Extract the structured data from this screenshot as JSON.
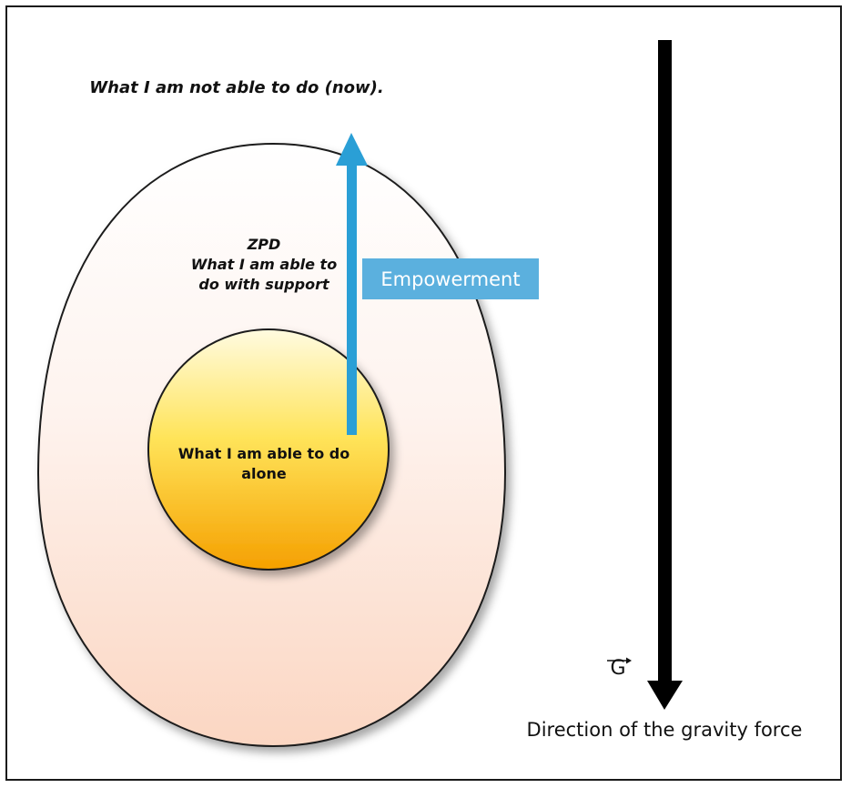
{
  "diagram": {
    "outer_text": "What I am not able to do (now).",
    "zpd_title": "ZPD",
    "zpd_line1": "What I am able to",
    "zpd_line2": "do with support",
    "inner_line1": "What I am able to do",
    "inner_line2": "alone",
    "empowerment_label": "Empowerment",
    "gravity_symbol": "G",
    "gravity_label": "Direction of the gravity force"
  },
  "colors": {
    "empowerment_arrow": "#2a9fd6",
    "empowerment_box": "#5bb0de",
    "gravity_arrow": "#000000",
    "inner_fill_top": "#fff9cc",
    "inner_fill_bottom": "#f7a400",
    "outer_fill_bottom": "#fbd6c2"
  }
}
